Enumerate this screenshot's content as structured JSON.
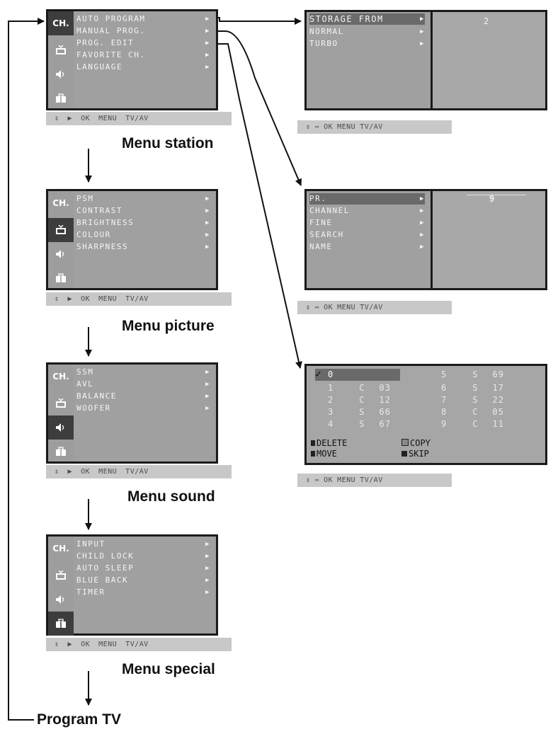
{
  "tabs": {
    "ch": "CH."
  },
  "hint": {
    "ok": "OK",
    "menu": "MENU",
    "tvav": "TV/AV"
  },
  "station": {
    "caption": "Menu station",
    "items": [
      {
        "label": "AUTO PROGRAM"
      },
      {
        "label": "MANUAL PROG."
      },
      {
        "label": "PROG. EDIT"
      },
      {
        "label": "FAVORITE CH."
      },
      {
        "label": "LANGUAGE"
      }
    ]
  },
  "picture": {
    "caption": "Menu picture",
    "items": [
      {
        "label": "PSM"
      },
      {
        "label": "CONTRAST"
      },
      {
        "label": "BRIGHTNESS"
      },
      {
        "label": "COLOUR"
      },
      {
        "label": "SHARPNESS"
      }
    ]
  },
  "sound": {
    "caption": "Menu sound",
    "items": [
      {
        "label": "SSM"
      },
      {
        "label": "AVL"
      },
      {
        "label": "BALANCE"
      },
      {
        "label": "WOOFER"
      }
    ]
  },
  "special": {
    "caption": "Menu special",
    "items": [
      {
        "label": "INPUT"
      },
      {
        "label": "CHILD LOCK"
      },
      {
        "label": "AUTO SLEEP"
      },
      {
        "label": "BLUE BACK"
      },
      {
        "label": "TIMER"
      }
    ]
  },
  "program_tv": "Program TV",
  "auto_prog": {
    "items": [
      {
        "label": "STORAGE FROM"
      },
      {
        "label": "NORMAL"
      },
      {
        "label": "TURBO"
      }
    ],
    "value": "2"
  },
  "manual_prog": {
    "items": [
      {
        "label": "PR."
      },
      {
        "label": "CHANNEL"
      },
      {
        "label": "FINE"
      },
      {
        "label": "SEARCH"
      },
      {
        "label": "NAME"
      }
    ],
    "value": "9"
  },
  "prog_edit": {
    "left_rows": [
      {
        "pr": "0",
        "band": "",
        "ch": ""
      },
      {
        "pr": "1",
        "band": "C",
        "ch": "03"
      },
      {
        "pr": "2",
        "band": "C",
        "ch": "12"
      },
      {
        "pr": "3",
        "band": "S",
        "ch": "66"
      },
      {
        "pr": "4",
        "band": "S",
        "ch": "67"
      }
    ],
    "right_rows": [
      {
        "pr": "5",
        "band": "S",
        "ch": "69"
      },
      {
        "pr": "6",
        "band": "S",
        "ch": "17"
      },
      {
        "pr": "7",
        "band": "S",
        "ch": "22"
      },
      {
        "pr": "8",
        "band": "C",
        "ch": "05"
      },
      {
        "pr": "9",
        "band": "C",
        "ch": "11"
      }
    ],
    "delete": "DELETE",
    "move": "MOVE",
    "copy": "COPY",
    "skip": "SKIP"
  }
}
